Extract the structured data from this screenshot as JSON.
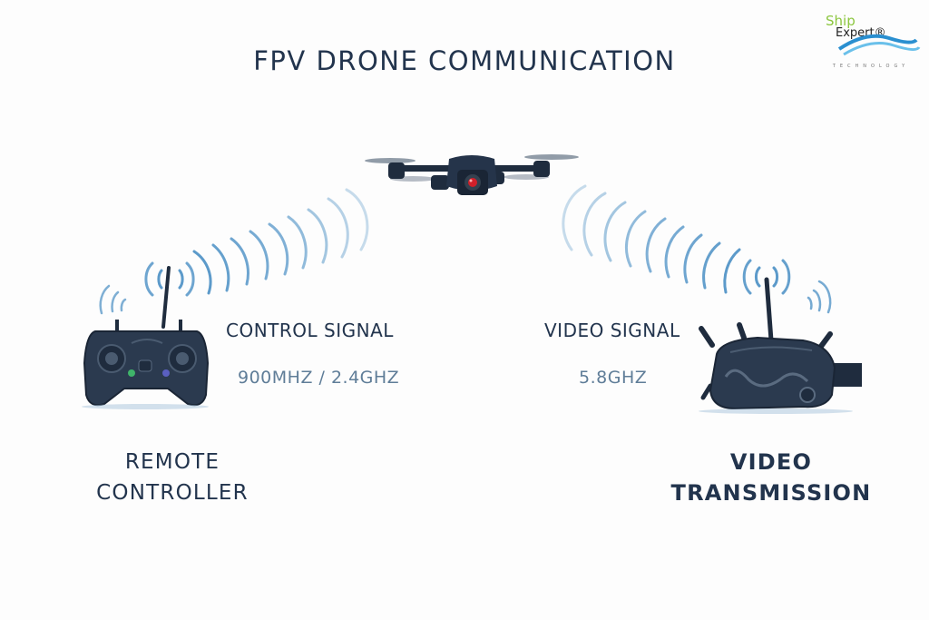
{
  "title": "FPV DRONE COMMUNICATION",
  "logo": {
    "line1": "Ship",
    "line2": "Expert®",
    "tagline": "TECHNOLOGY",
    "colors": {
      "ship": "#8cc63f",
      "wave": "#2a8fd0"
    }
  },
  "drone": {
    "icon": "drone-icon",
    "camera_color": "#d0202a"
  },
  "control": {
    "signal_label": "CONTROL SIGNAL",
    "frequency": "900MHZ / 2.4GHZ",
    "device_label_line1": "REMOTE",
    "device_label_line2": "CONTROLLER",
    "icon": "remote-controller-icon"
  },
  "video": {
    "signal_label": "VIDEO SIGNAL",
    "frequency": "5.8GHZ",
    "device_label_line1": "VIDEO",
    "device_label_line2": "TRANSMISSION",
    "icon": "fpv-goggles-icon"
  },
  "colors": {
    "text_dark": "#22344d",
    "text_freq": "#5f7d98",
    "wave": "#4a8fc4",
    "device_body": "#2b3a4f"
  }
}
